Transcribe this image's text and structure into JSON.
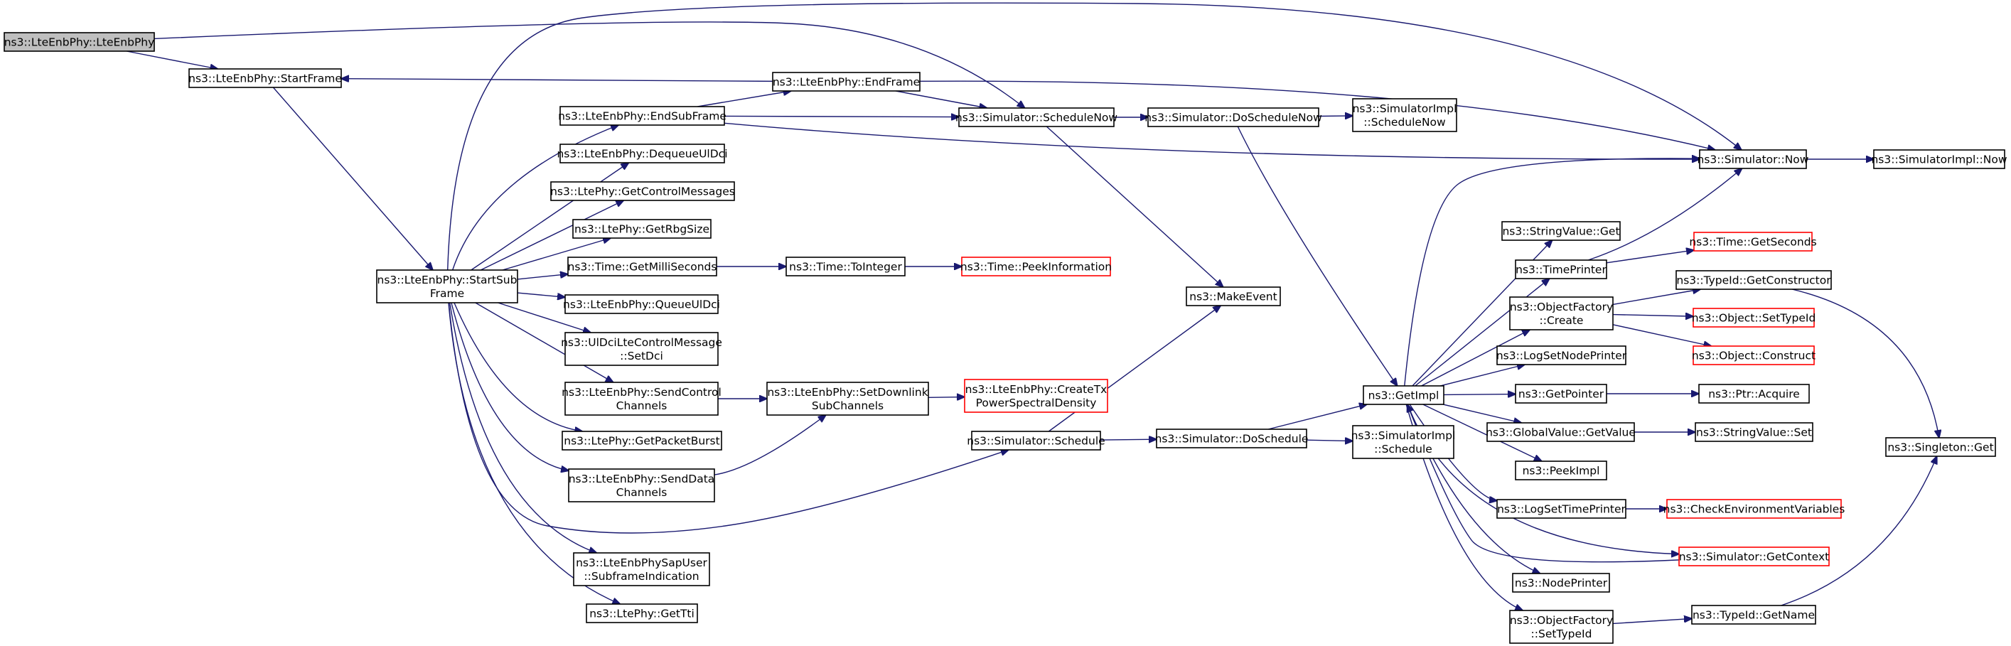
{
  "nodes": {
    "lteenbphy_ctor": {
      "lines": [
        "ns3::LteEnbPhy::LteEnbPhy"
      ],
      "root": true
    },
    "startframe": {
      "lines": [
        "ns3::LteEnbPhy::StartFrame"
      ]
    },
    "startsubframe": {
      "lines": [
        "ns3::LteEnbPhy::StartSub",
        "Frame"
      ]
    },
    "endframe": {
      "lines": [
        "ns3::LteEnbPhy::EndFrame"
      ]
    },
    "endsubframe": {
      "lines": [
        "ns3::LteEnbPhy::EndSubFrame"
      ]
    },
    "dequeueuldci": {
      "lines": [
        "ns3::LteEnbPhy::DequeueUlDci"
      ]
    },
    "getcontrolmessages": {
      "lines": [
        "ns3::LtePhy::GetControlMessages"
      ]
    },
    "getrbgsize": {
      "lines": [
        "ns3::LtePhy::GetRbgSize"
      ]
    },
    "getmilliseconds": {
      "lines": [
        "ns3::Time::GetMilliSeconds"
      ]
    },
    "queueuldci": {
      "lines": [
        "ns3::LteEnbPhy::QueueUlDci"
      ]
    },
    "uldcisetdci": {
      "lines": [
        "ns3::UlDciLteControlMessage",
        "::SetDci"
      ]
    },
    "sendcontrolchannels": {
      "lines": [
        "ns3::LteEnbPhy::SendControl",
        "Channels"
      ]
    },
    "getpacketburst": {
      "lines": [
        "ns3::LtePhy::GetPacketBurst"
      ]
    },
    "senddatachannels": {
      "lines": [
        "ns3::LteEnbPhy::SendData",
        "Channels"
      ]
    },
    "subframeindication": {
      "lines": [
        "ns3::LteEnbPhySapUser",
        "::SubframeIndication"
      ]
    },
    "gettti": {
      "lines": [
        "ns3::LtePhy::GetTti"
      ]
    },
    "tointeger": {
      "lines": [
        "ns3::Time::ToInteger"
      ]
    },
    "peekinformation": {
      "lines": [
        "ns3::Time::PeekInformation"
      ],
      "red": true
    },
    "setdownlinksubchannels": {
      "lines": [
        "ns3::LteEnbPhy::SetDownlink",
        "SubChannels"
      ]
    },
    "createtxpsd": {
      "lines": [
        "ns3::LteEnbPhy::CreateTx",
        "PowerSpectralDensity"
      ],
      "red": true
    },
    "schedulenow": {
      "lines": [
        "ns3::Simulator::ScheduleNow"
      ]
    },
    "schedule": {
      "lines": [
        "ns3::Simulator::Schedule"
      ]
    },
    "makeevent": {
      "lines": [
        "ns3::MakeEvent"
      ]
    },
    "doschedulenow": {
      "lines": [
        "ns3::Simulator::DoScheduleNow"
      ]
    },
    "doschedule": {
      "lines": [
        "ns3::Simulator::DoSchedule"
      ]
    },
    "simimpl_schedulenow": {
      "lines": [
        "ns3::SimulatorImpl",
        "::ScheduleNow"
      ]
    },
    "simimpl_schedule": {
      "lines": [
        "ns3::SimulatorImpl",
        "::Schedule"
      ]
    },
    "getimpl": {
      "lines": [
        "ns3::GetImpl"
      ]
    },
    "simulator_now": {
      "lines": [
        "ns3::Simulator::Now"
      ]
    },
    "simimpl_now": {
      "lines": [
        "ns3::SimulatorImpl::Now"
      ]
    },
    "stringvalue_get": {
      "lines": [
        "ns3::StringValue::Get"
      ]
    },
    "timeprinter": {
      "lines": [
        "ns3::TimePrinter"
      ]
    },
    "objectfactory_create": {
      "lines": [
        "ns3::ObjectFactory",
        "::Create"
      ]
    },
    "logsetnodeprinter": {
      "lines": [
        "ns3::LogSetNodePrinter"
      ]
    },
    "getpointer": {
      "lines": [
        "ns3::GetPointer"
      ]
    },
    "globalvalue_getvalue": {
      "lines": [
        "ns3::GlobalValue::GetValue"
      ]
    },
    "peekimpl": {
      "lines": [
        "ns3::PeekImpl"
      ]
    },
    "logsettimeprinter": {
      "lines": [
        "ns3::LogSetTimePrinter"
      ]
    },
    "nodeprinter": {
      "lines": [
        "ns3::NodePrinter"
      ]
    },
    "objectfactory_settypeid": {
      "lines": [
        "ns3::ObjectFactory",
        "::SetTypeId"
      ]
    },
    "time_getseconds": {
      "lines": [
        "ns3::Time::GetSeconds"
      ],
      "red": true
    },
    "typeid_getconstructor": {
      "lines": [
        "ns3::TypeId::GetConstructor"
      ]
    },
    "object_settypeid": {
      "lines": [
        "ns3::Object::SetTypeId"
      ],
      "red": true
    },
    "object_construct": {
      "lines": [
        "ns3::Object::Construct"
      ],
      "red": true
    },
    "ptr_acquire": {
      "lines": [
        "ns3::Ptr::Acquire"
      ]
    },
    "stringvalue_set": {
      "lines": [
        "ns3::StringValue::Set"
      ]
    },
    "checkenvvars": {
      "lines": [
        "ns3::CheckEnvironmentVariables"
      ],
      "red": true
    },
    "simulator_getcontext": {
      "lines": [
        "ns3::Simulator::GetContext"
      ],
      "red": true
    },
    "typeid_getname": {
      "lines": [
        "ns3::TypeId::GetName"
      ]
    },
    "singleton_get": {
      "lines": [
        "ns3::Singleton::Get"
      ]
    }
  },
  "edges": [
    [
      "lteenbphy_ctor",
      "startframe"
    ],
    [
      "lteenbphy_ctor",
      "schedulenow"
    ],
    [
      "startframe",
      "startsubframe"
    ],
    [
      "endframe",
      "startframe"
    ],
    [
      "startsubframe",
      "endsubframe"
    ],
    [
      "startsubframe",
      "dequeueuldci"
    ],
    [
      "startsubframe",
      "getcontrolmessages"
    ],
    [
      "startsubframe",
      "getrbgsize"
    ],
    [
      "startsubframe",
      "getmilliseconds"
    ],
    [
      "startsubframe",
      "queueuldci"
    ],
    [
      "startsubframe",
      "uldcisetdci"
    ],
    [
      "startsubframe",
      "sendcontrolchannels"
    ],
    [
      "startsubframe",
      "getpacketburst"
    ],
    [
      "startsubframe",
      "senddatachannels"
    ],
    [
      "startsubframe",
      "subframeindication"
    ],
    [
      "startsubframe",
      "gettti"
    ],
    [
      "startsubframe",
      "schedule"
    ],
    [
      "startsubframe",
      "simulator_now"
    ],
    [
      "endsubframe",
      "endframe"
    ],
    [
      "endsubframe",
      "schedulenow"
    ],
    [
      "endsubframe",
      "simulator_now"
    ],
    [
      "endframe",
      "schedulenow"
    ],
    [
      "endframe",
      "simulator_now"
    ],
    [
      "getmilliseconds",
      "tointeger"
    ],
    [
      "tointeger",
      "peekinformation"
    ],
    [
      "sendcontrolchannels",
      "setdownlinksubchannels"
    ],
    [
      "senddatachannels",
      "setdownlinksubchannels"
    ],
    [
      "setdownlinksubchannels",
      "createtxpsd"
    ],
    [
      "schedulenow",
      "doschedulenow"
    ],
    [
      "schedulenow",
      "makeevent"
    ],
    [
      "schedule",
      "makeevent"
    ],
    [
      "schedule",
      "doschedule"
    ],
    [
      "doschedulenow",
      "simimpl_schedulenow"
    ],
    [
      "doschedulenow",
      "getimpl"
    ],
    [
      "doschedule",
      "getimpl"
    ],
    [
      "doschedule",
      "simimpl_schedule"
    ],
    [
      "getimpl",
      "simulator_now"
    ],
    [
      "getimpl",
      "stringvalue_get"
    ],
    [
      "getimpl",
      "timeprinter"
    ],
    [
      "getimpl",
      "objectfactory_create"
    ],
    [
      "getimpl",
      "logsetnodeprinter"
    ],
    [
      "getimpl",
      "getpointer"
    ],
    [
      "getimpl",
      "globalvalue_getvalue"
    ],
    [
      "getimpl",
      "peekimpl"
    ],
    [
      "getimpl",
      "logsettimeprinter"
    ],
    [
      "getimpl",
      "nodeprinter"
    ],
    [
      "getimpl",
      "objectfactory_settypeid"
    ],
    [
      "getimpl",
      "simulator_getcontext"
    ],
    [
      "simulator_now",
      "simimpl_now"
    ],
    [
      "timeprinter",
      "simulator_now"
    ],
    [
      "timeprinter",
      "time_getseconds"
    ],
    [
      "objectfactory_create",
      "typeid_getconstructor"
    ],
    [
      "objectfactory_create",
      "object_settypeid"
    ],
    [
      "objectfactory_create",
      "object_construct"
    ],
    [
      "getpointer",
      "ptr_acquire"
    ],
    [
      "globalvalue_getvalue",
      "stringvalue_set"
    ],
    [
      "logsettimeprinter",
      "checkenvvars"
    ],
    [
      "simulator_getcontext",
      "getimpl"
    ],
    [
      "objectfactory_settypeid",
      "typeid_getname"
    ],
    [
      "typeid_getconstructor",
      "singleton_get"
    ],
    [
      "typeid_getname",
      "singleton_get"
    ]
  ]
}
